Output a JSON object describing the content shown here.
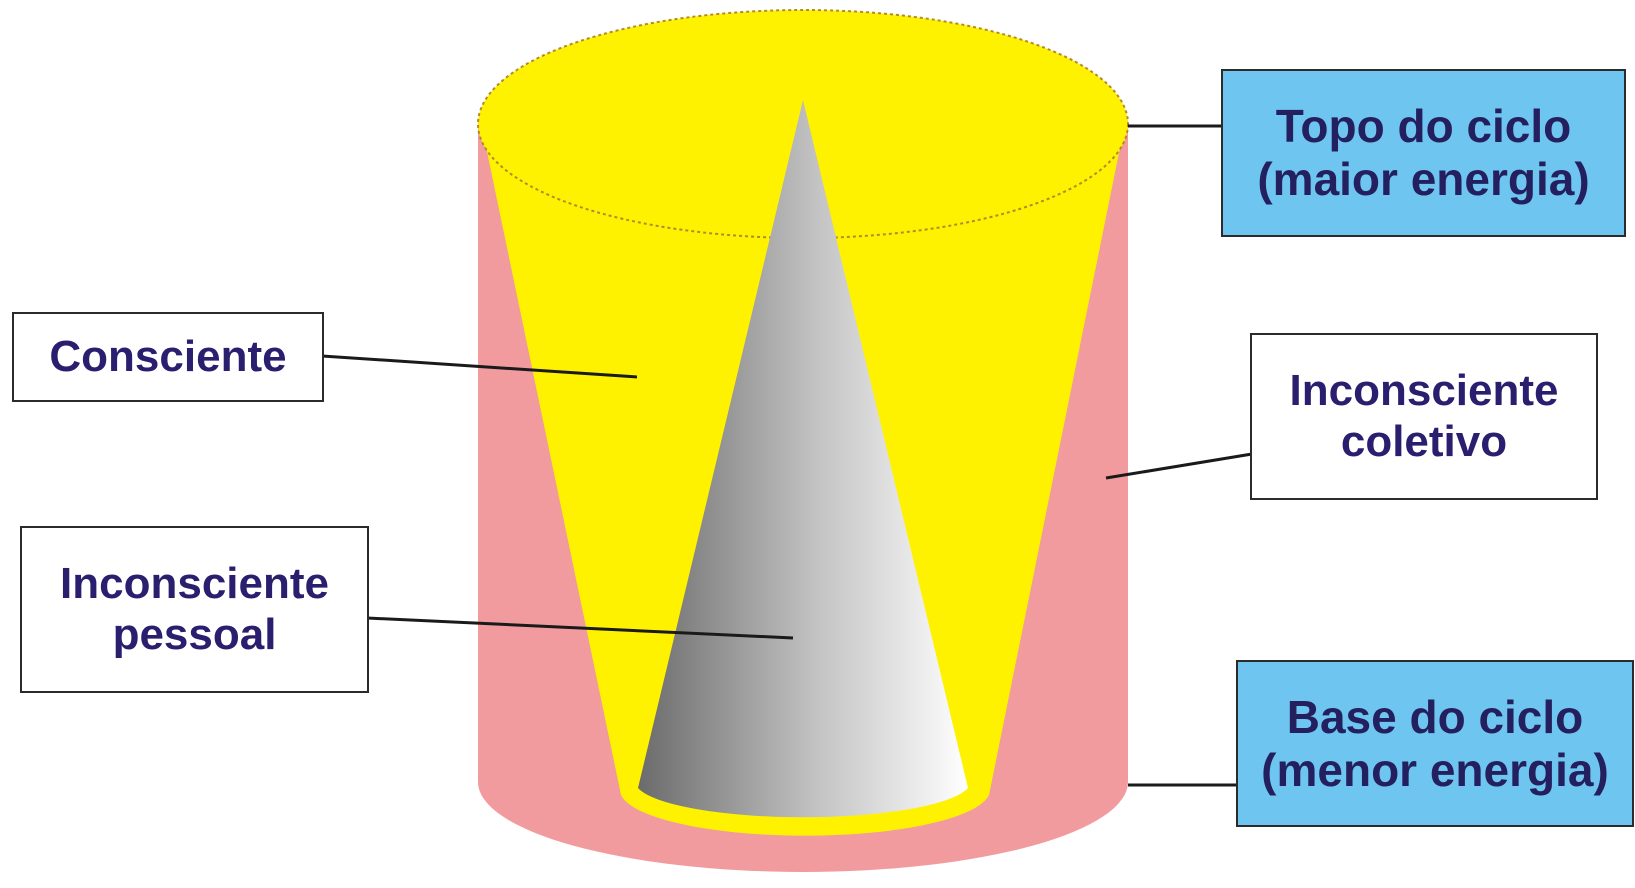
{
  "colors": {
    "outer_cylinder": "#f29b9e",
    "inner_cone": "#fff200",
    "core_cone_dark": "#6e6e6e",
    "core_cone_light": "#ffffff",
    "label_text": "#2a1e6e",
    "highlight_box": "#6ec6f0",
    "leader_line": "#1a1a1a"
  },
  "labels": {
    "consciente": "Consciente",
    "inconsciente_pessoal": [
      "Inconsciente",
      "pessoal"
    ],
    "inconsciente_coletivo": [
      "Inconsciente",
      "coletivo"
    ],
    "topo_do_ciclo": [
      "Topo do ciclo",
      "(maior energia)"
    ],
    "base_do_ciclo": [
      "Base do ciclo",
      "(menor energia)"
    ]
  }
}
